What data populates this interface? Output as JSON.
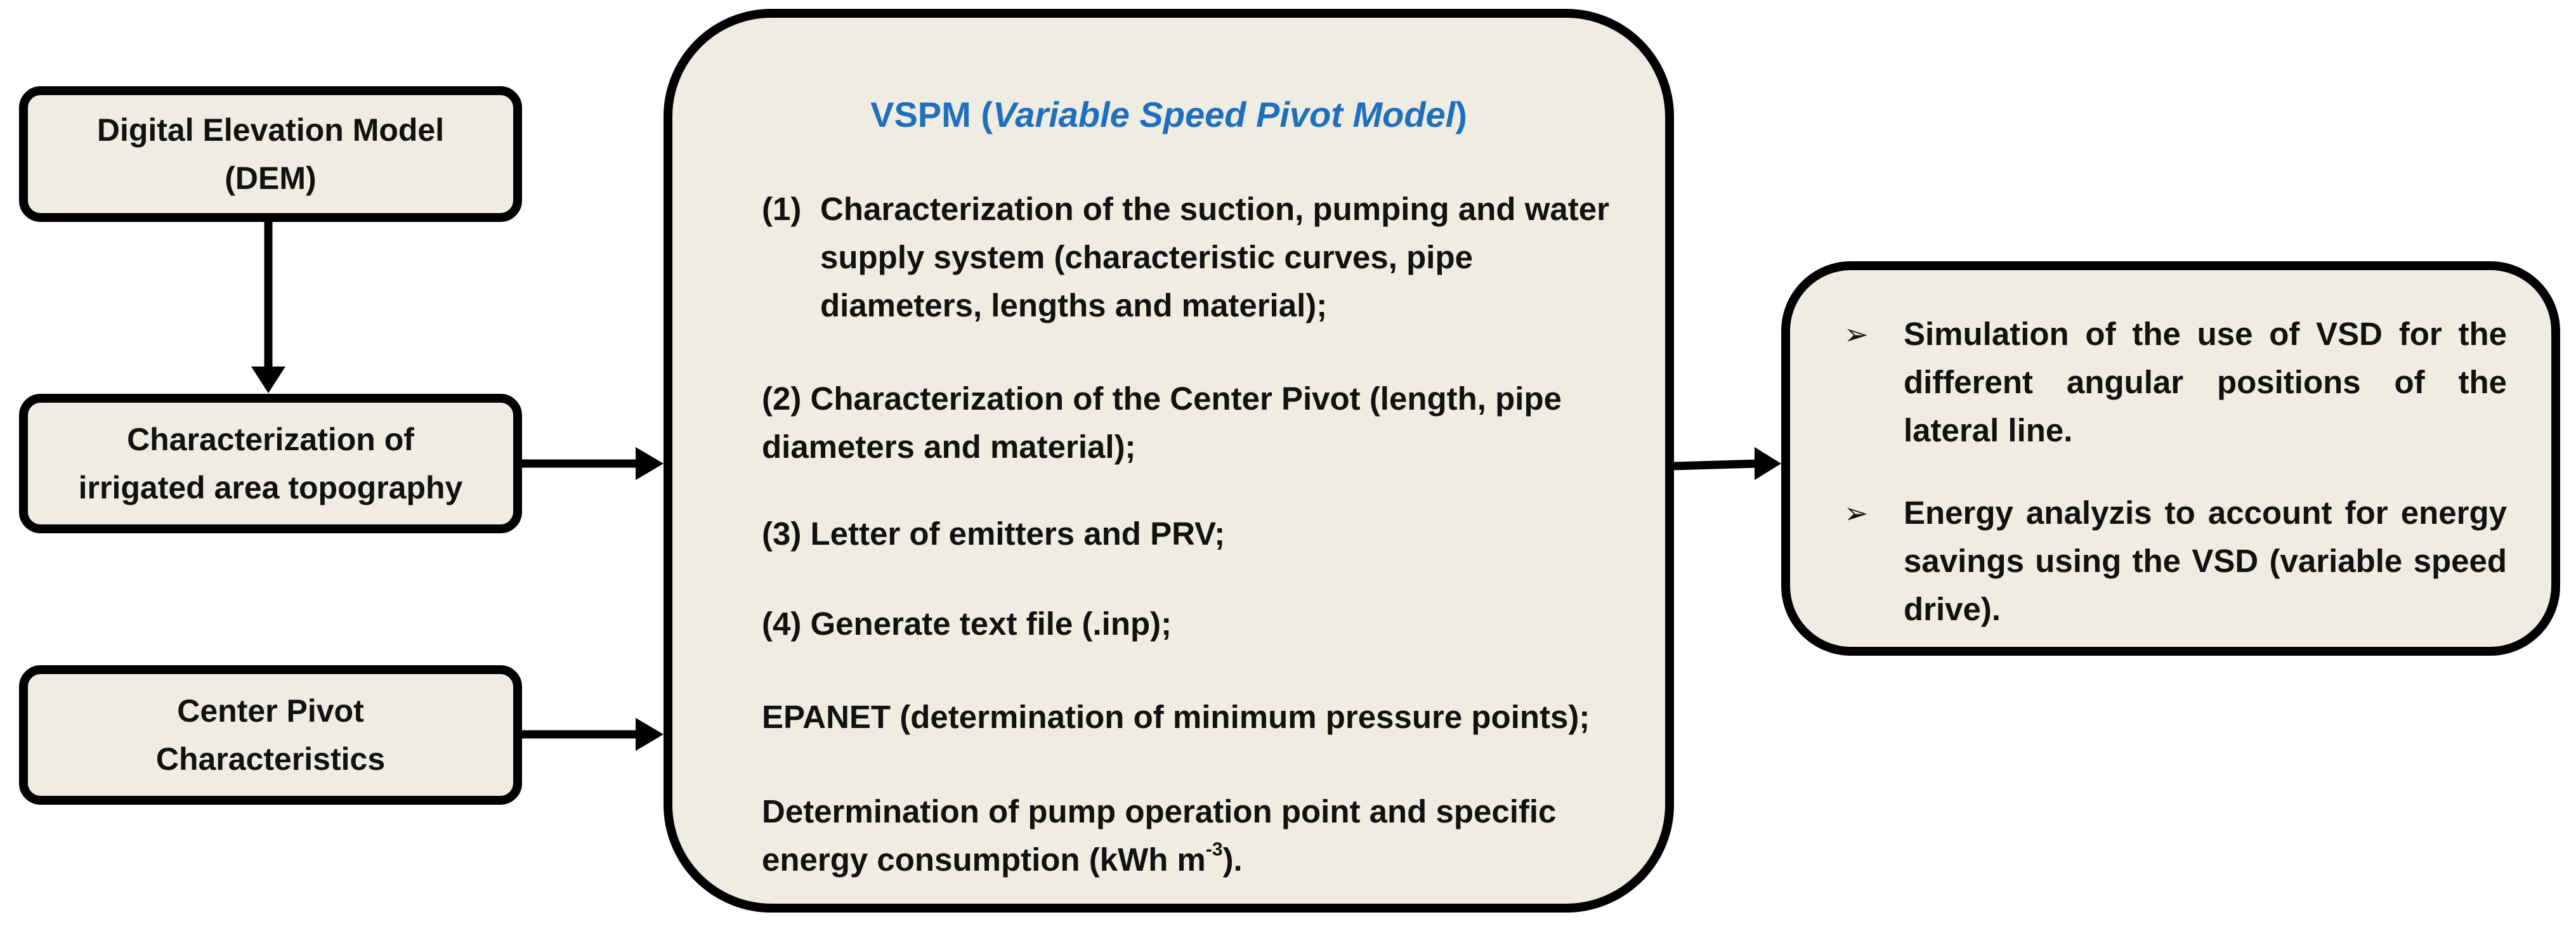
{
  "inputs": {
    "dem": {
      "line1": "Digital Elevation Model",
      "line2": "(DEM)"
    },
    "topography": {
      "line1": "Characterization of",
      "line2": "irrigated area topography"
    },
    "pivot": {
      "line1": "Center Pivot",
      "line2": "Characteristics"
    }
  },
  "vspm": {
    "title_prefix": "VSPM (",
    "title_italic": "Variable Speed Pivot Model",
    "title_suffix": ")",
    "step1": {
      "num": "(1)",
      "line1": "Characterization of the suction, pumping and water",
      "line2": "supply system (characteristic curves, pipe",
      "line3": "diameters, lengths and material);"
    },
    "step2": {
      "line1": "(2) Characterization of the Center Pivot (length, pipe",
      "line2": "diameters and material);"
    },
    "step3": "(3) Letter of emitters and PRV;",
    "step4": "(4) Generate text file (.inp);",
    "epanet": "EPANET (determination of minimum pressure points);",
    "determination": {
      "line1": "Determination of pump operation point and specific",
      "line2_prefix": "energy consumption  (kWh m",
      "line2_sup": "-3",
      "line2_suffix": ")."
    }
  },
  "outputs": {
    "bullet_symbol": "➢",
    "bullet1": "Simulation of the use of VSD for the different angular positions of the lateral line.",
    "bullet2": "Energy analyzis to account for energy savings using the VSD (variable speed drive)."
  },
  "colors": {
    "box_fill": "#efece1",
    "border": "#000000",
    "title": "#1f6fbf"
  }
}
